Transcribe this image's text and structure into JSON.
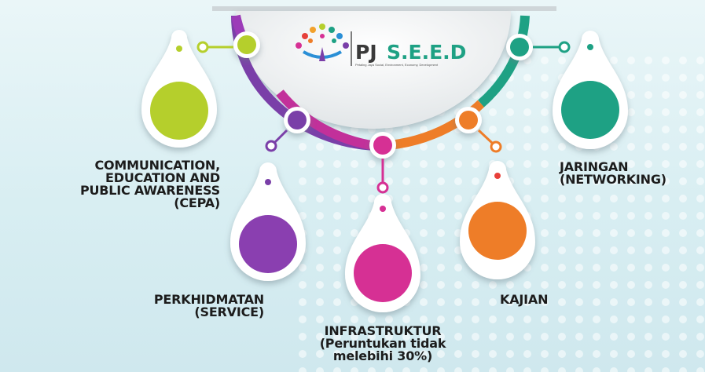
{
  "logo": {
    "prefix": "PJ",
    "name": "S.E.E.D",
    "tagline": "Petaling Jaya Social, Environment, Economy, Development"
  },
  "pillars": [
    {
      "id": "cepa",
      "lines": [
        "COMMUNICATION,",
        "EDUCATION AND",
        "PUBLIC AWARENESS",
        "(CEPA)"
      ],
      "color": "#b5cf2c"
    },
    {
      "id": "service",
      "lines": [
        "PERKHIDMATAN",
        "(SERVICE)"
      ],
      "color": "#8a3fb0"
    },
    {
      "id": "infra",
      "lines": [
        "INFRASTRUKTUR",
        "(Peruntukan tidak",
        "melebihi 30%)"
      ],
      "color": "#d63094"
    },
    {
      "id": "kajian",
      "lines": [
        "KAJIAN"
      ],
      "color": "#ee7d28"
    },
    {
      "id": "jaringan",
      "lines": [
        "JARINGAN",
        "(NETWORKING)"
      ],
      "color": "#1ea184"
    }
  ]
}
